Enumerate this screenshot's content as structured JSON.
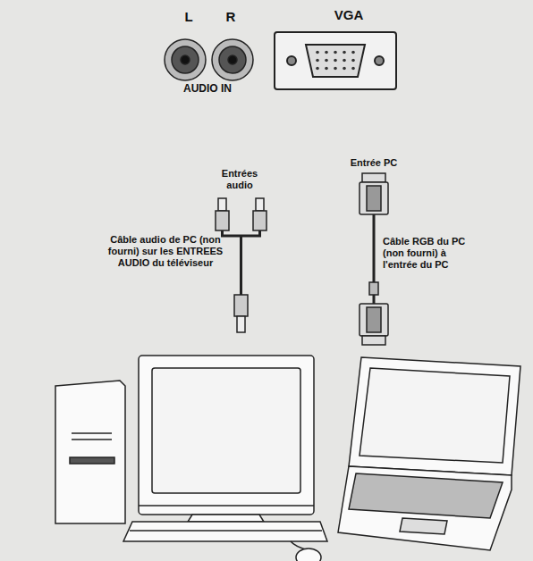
{
  "diagram": {
    "labels": [
      "L",
      "R",
      "AUDIO IN",
      "VGA",
      "Entrées audio",
      "Entrée PC",
      "Câble audio de PC (non fourni) sur les ENTREES AUDIO du téléviseur",
      "Câble RGB du PC (non fourni) à l'entrée du PC"
    ]
  }
}
